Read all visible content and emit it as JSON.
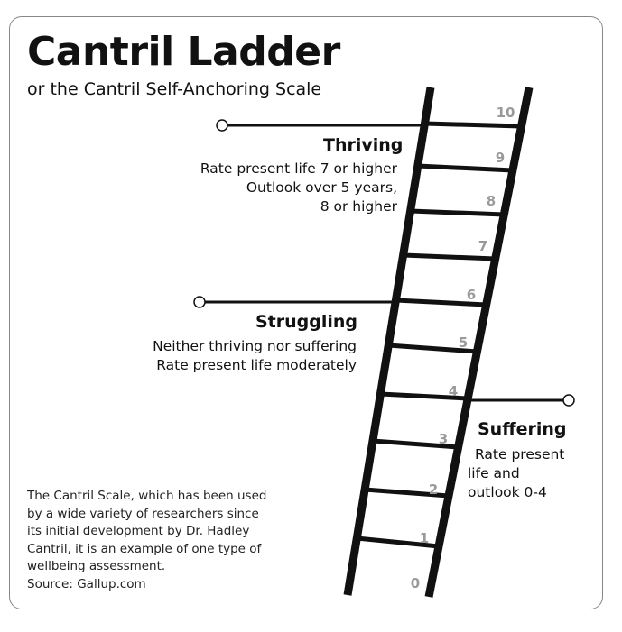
{
  "title": "Cantril Ladder",
  "subtitle": "or the Cantril Self-Anchoring Scale",
  "rung_numbers": [
    "0",
    "1",
    "2",
    "3",
    "4",
    "5",
    "6",
    "7",
    "8",
    "9",
    "10"
  ],
  "thriving": {
    "label": "Thriving",
    "lines": [
      "Rate present life 7 or higher",
      "Outlook over 5 years,",
      "8 or higher"
    ]
  },
  "struggling": {
    "label": "Struggling",
    "lines": [
      "Neither thriving nor suffering",
      "Rate present life moderately"
    ]
  },
  "suffering": {
    "label": "Suffering",
    "lines": [
      "Rate present",
      "life and",
      "outlook 0-4"
    ]
  },
  "note": [
    "The Cantril Scale, which has been used",
    "by a wide variety of researchers since",
    "its initial development by Dr. Hadley",
    "Cantril, it is an example of one type of",
    "wellbeing assessment.",
    "Source: Gallup.com"
  ]
}
